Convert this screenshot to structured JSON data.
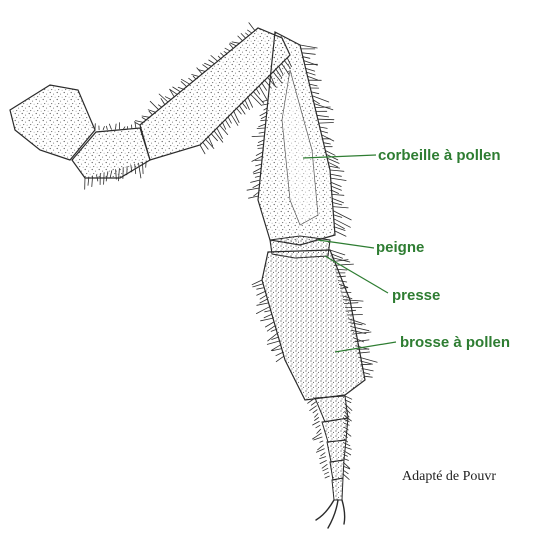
{
  "colors": {
    "label": "#2e7d32",
    "ink": "#2b2b2b",
    "leader": "#2e7d32"
  },
  "labels": {
    "corbeille": "corbeille à pollen",
    "peigne": "peigne",
    "presse": "presse",
    "brosse": "brosse à pollen"
  },
  "credit": "Adapté de Pouvr"
}
